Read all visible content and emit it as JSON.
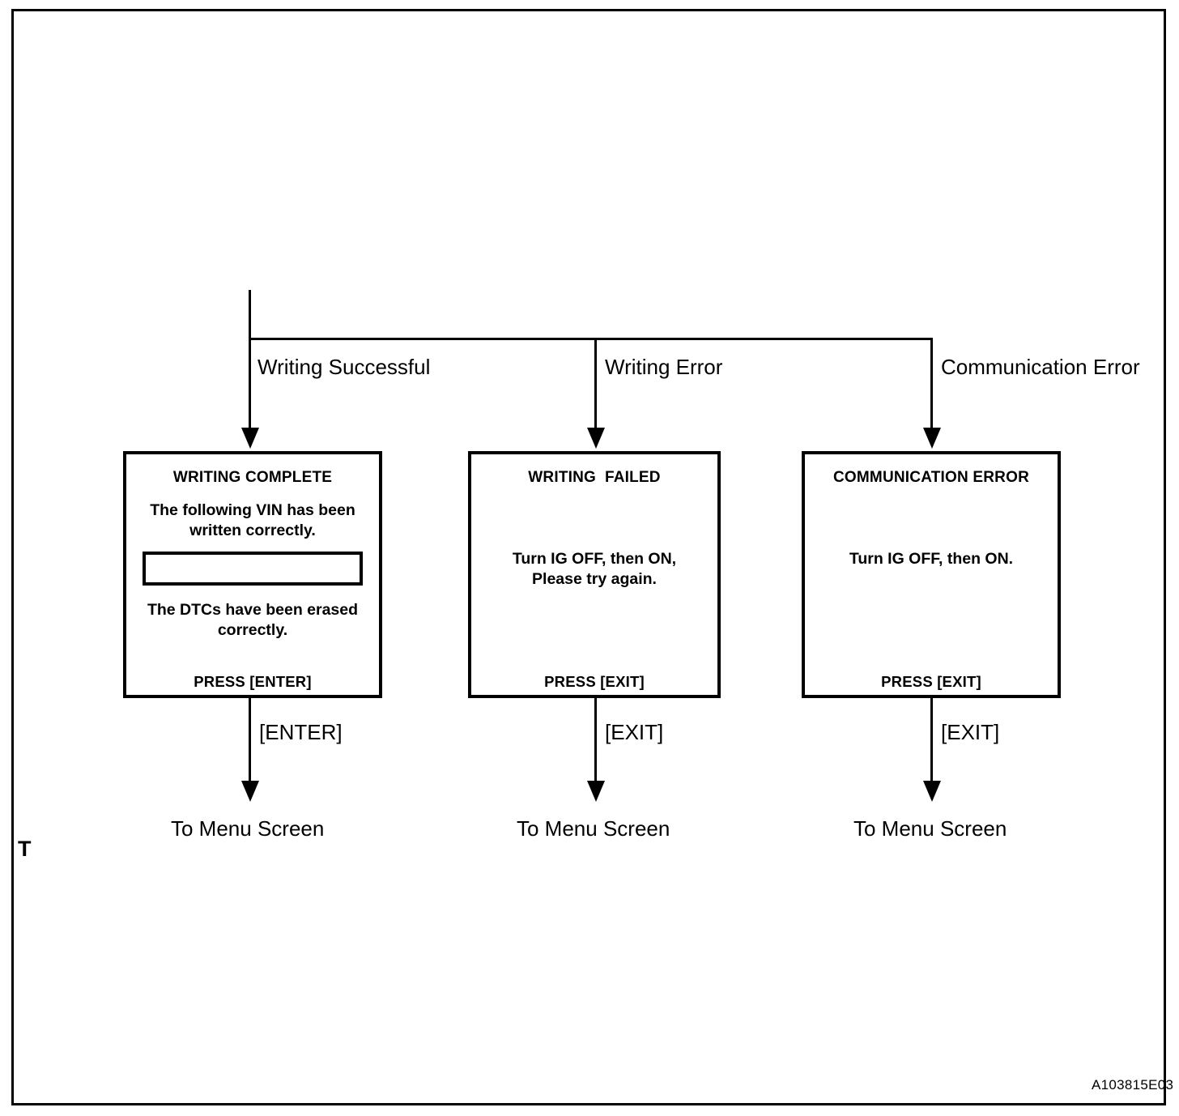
{
  "figure": {
    "id_label": "A103815E03",
    "corner_mark": "T"
  },
  "flow": {
    "branches": [
      {
        "label": "Writing Successful",
        "exit_key": "[ENTER]",
        "destination": "To Menu Screen"
      },
      {
        "label": "Writing Error",
        "exit_key": "[EXIT]",
        "destination": "To Menu Screen"
      },
      {
        "label": "Communication Error",
        "exit_key": "[EXIT]",
        "destination": "To Menu Screen"
      }
    ]
  },
  "screens": [
    {
      "title": "WRITING COMPLETE",
      "line1": "The following VIN has been\nwritten correctly.",
      "vin_value": "",
      "line2": "The DTCs have been erased\ncorrectly.",
      "footer": "PRESS [ENTER]"
    },
    {
      "title": "WRITING  FAILED",
      "body": "Turn IG OFF, then ON,\nPlease try again.",
      "footer": "PRESS [EXIT]"
    },
    {
      "title": "COMMUNICATION ERROR",
      "body": "Turn IG OFF, then ON.",
      "footer": "PRESS [EXIT]"
    }
  ],
  "colors": {
    "ink": "#000000",
    "paper": "#ffffff"
  }
}
